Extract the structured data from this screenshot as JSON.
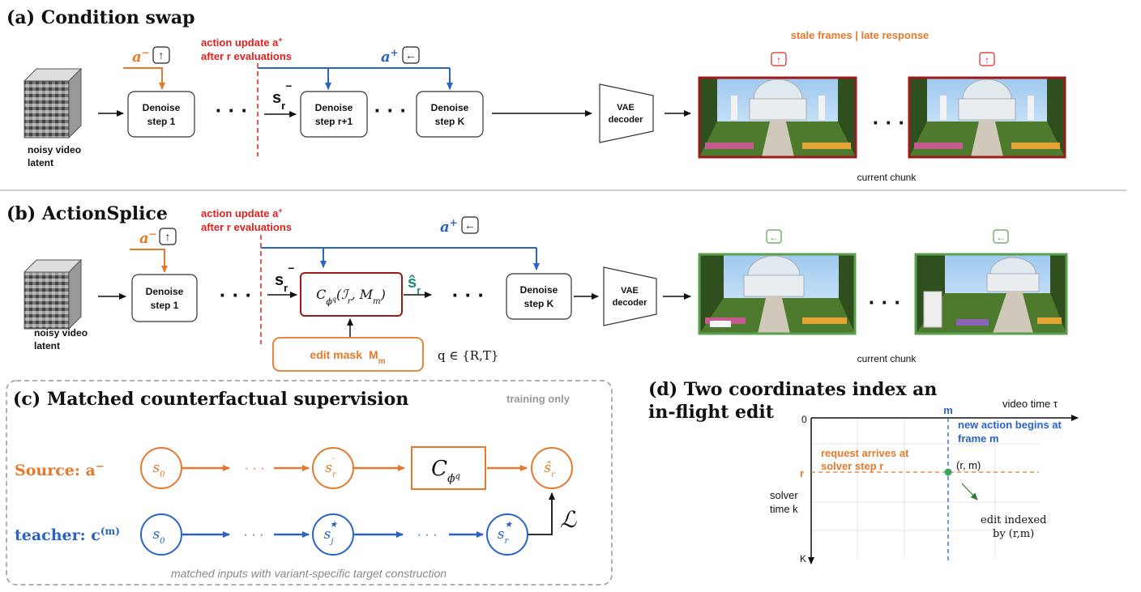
{
  "colors": {
    "orange": "#E8782A",
    "blue": "#2A63C8",
    "red": "#E02020",
    "darkred": "#9B1B1B",
    "green": "#5BA04F",
    "teal": "#1E8A7A",
    "gray": "#888888"
  },
  "panel_a": {
    "title": "(a)  Condition swap",
    "a_minus": "a",
    "a_minus_sup": "−",
    "up_arrow": "↑",
    "left_arrow": "←",
    "action_update_line1": "action update a",
    "action_update_sup": "+",
    "action_update_line2": "after r evaluations",
    "a_plus": "a",
    "a_plus_sup": "+",
    "stale_label": "stale frames | late response",
    "latent_line1": "noisy video",
    "latent_line2": "latent",
    "denoise1_line1": "Denoise",
    "denoise1_line2": "step 1",
    "dots": "· · ·",
    "s_r": "s",
    "s_r_sub": "r",
    "s_r_sup": "−",
    "denoise_r1_line1": "Denoise",
    "denoise_r1_line2": "step r+1",
    "denoise_k_line1": "Denoise",
    "denoise_k_line2": "step K",
    "vae_line1": "VAE",
    "vae_line2": "decoder",
    "current_chunk": "current chunk"
  },
  "panel_b": {
    "title": "(b)  ActionSplice",
    "a_minus": "a",
    "a_minus_sup": "−",
    "up_arrow": "↑",
    "left_arrow": "←",
    "action_update_line1": "action update a",
    "action_update_sup": "+",
    "action_update_line2": "after r evaluations",
    "a_plus": "a",
    "a_plus_sup": "+",
    "latent_line1": "noisy video",
    "latent_line2": "latent",
    "denoise1_line1": "Denoise",
    "denoise1_line2": "step 1",
    "dots": "· · ·",
    "s_r": "s",
    "s_r_sub": "r",
    "s_r_sup": "−",
    "corrector_C": "C",
    "corrector_phi": "ϕ",
    "corrector_q": "q",
    "corrector_args": "(ℐ",
    "corrector_args_sub": "r",
    "corrector_args_mid": ", M",
    "corrector_args_sub2": "m",
    "corrector_args_end": ")",
    "s_hat": "ŝ",
    "s_hat_sub": "r",
    "denoise_k_line1": "Denoise",
    "denoise_k_line2": "step K",
    "vae_line1": "VAE",
    "vae_line2": "decoder",
    "edit_mask": "edit mask",
    "edit_mask_M": "M",
    "edit_mask_sub": "m",
    "q_set": "q ∈ {R,T}",
    "current_chunk": "current chunk"
  },
  "panel_c": {
    "title": "(c)  Matched counterfactual supervision",
    "training_only": "training only",
    "source_label": "Source: a",
    "source_sup": "−",
    "teacher_label": "teacher: c",
    "teacher_sup": "(m)",
    "s0": "s",
    "s0_sub": "0",
    "sr": "s",
    "sr_sub": "r",
    "sr_sup": "-",
    "C": "C",
    "C_sub": "ϕ",
    "C_subsub": "q",
    "shat": "ŝ",
    "shat_sub": "r",
    "sj": "s",
    "sj_sub": "j",
    "star": "★",
    "sr_star": "s",
    "sr_star_sub": "r",
    "dots": "· · ·",
    "loss": "ℒ",
    "footer": "matched inputs with variant-specific target construction"
  },
  "panel_d": {
    "title_line1": "(d) Two coordinates index an",
    "title_line2": "in-flight edit",
    "x_axis_label": "video time τ",
    "y_axis_label_line1": "solver",
    "y_axis_label_line2": "time k",
    "origin": "0",
    "y_end": "K",
    "m_label": "m",
    "r_label": "r",
    "new_action_line1": "new action begins at",
    "new_action_line2": "frame m",
    "request_line1": "request arrives at",
    "request_line2": "solver step r",
    "point_label": "(r, m)",
    "edit_line1": "edit indexed",
    "edit_line2": "by (r,m)"
  }
}
